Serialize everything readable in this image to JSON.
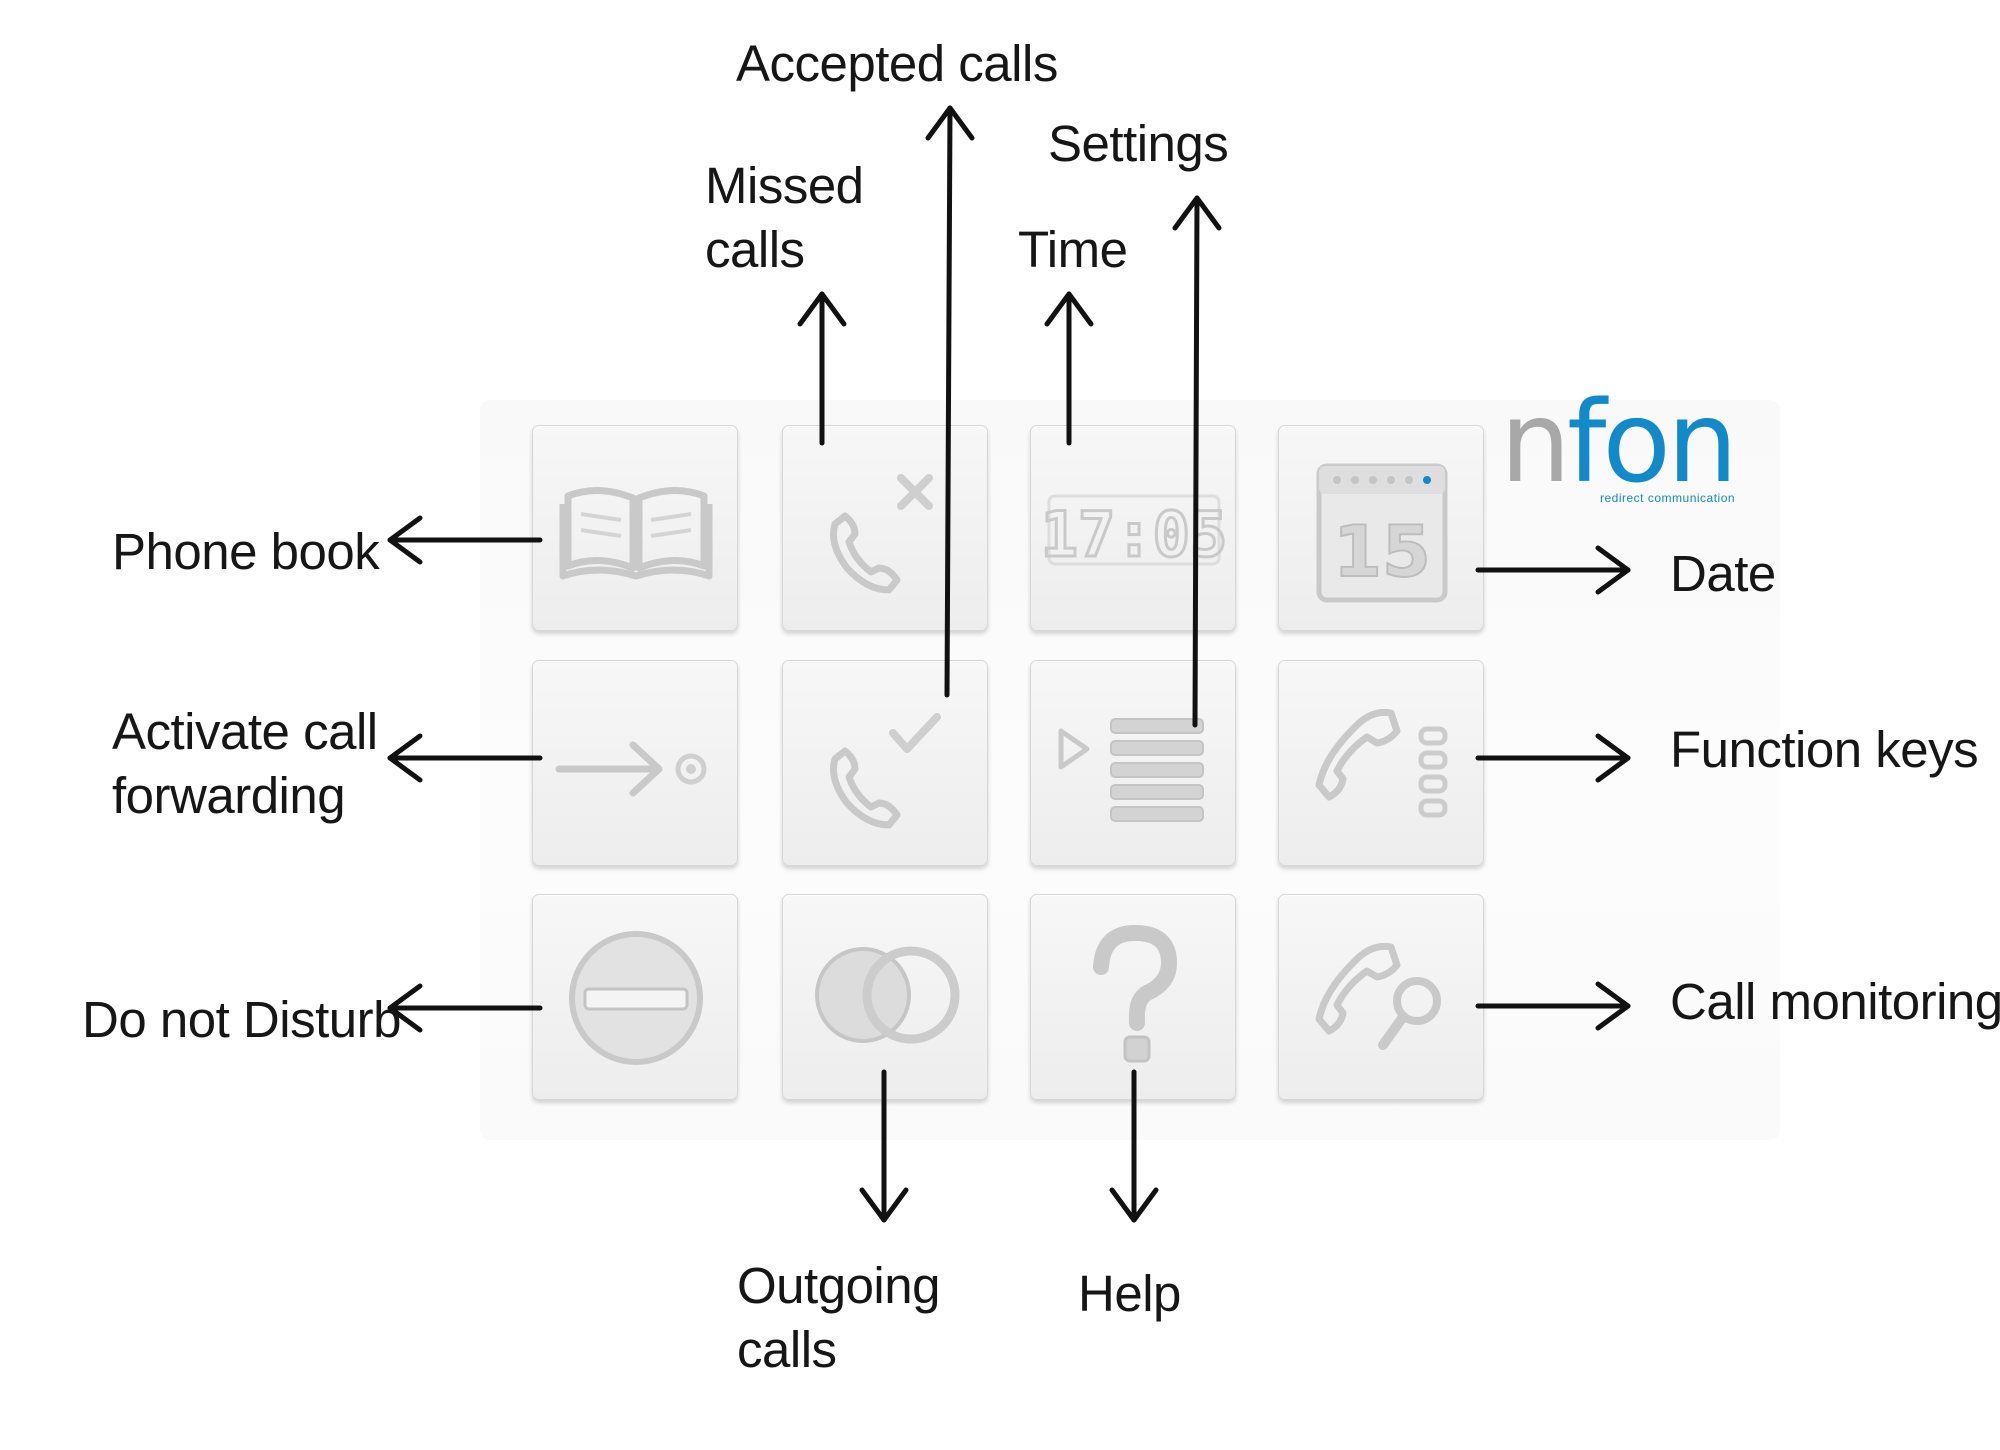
{
  "labels": {
    "phone_book": "Phone book",
    "activate_call_forwarding": [
      "Activate call",
      "forwarding"
    ],
    "do_not_disturb": "Do not Disturb",
    "missed_calls": [
      "Missed",
      "calls"
    ],
    "accepted_calls": "Accepted calls",
    "time": "Time",
    "settings": "Settings",
    "date": "Date",
    "function_keys": "Function keys",
    "call_monitoring": "Call monitoring",
    "outgoing_calls": [
      "Outgoing",
      "calls"
    ],
    "help": "Help"
  },
  "tiles": {
    "time_value": "17:05",
    "date_value": "15"
  },
  "logo": {
    "wordmark_n": "n",
    "wordmark_rest": "fon",
    "tagline": "redirect communication"
  },
  "icons": [
    "open-book-icon",
    "phone-missed-icon",
    "clock-digits-icon",
    "calendar-icon",
    "forward-arrow-icon",
    "phone-accepted-icon",
    "menu-list-icon",
    "phone-keys-icon",
    "no-entry-icon",
    "overlapping-circles-icon",
    "question-mark-icon",
    "phone-search-icon"
  ],
  "colors": {
    "tile_icon": "#c9c9c9",
    "logo_blue": "#1289c9",
    "logo_grey": "#a8a8a8",
    "text": "#161616"
  }
}
